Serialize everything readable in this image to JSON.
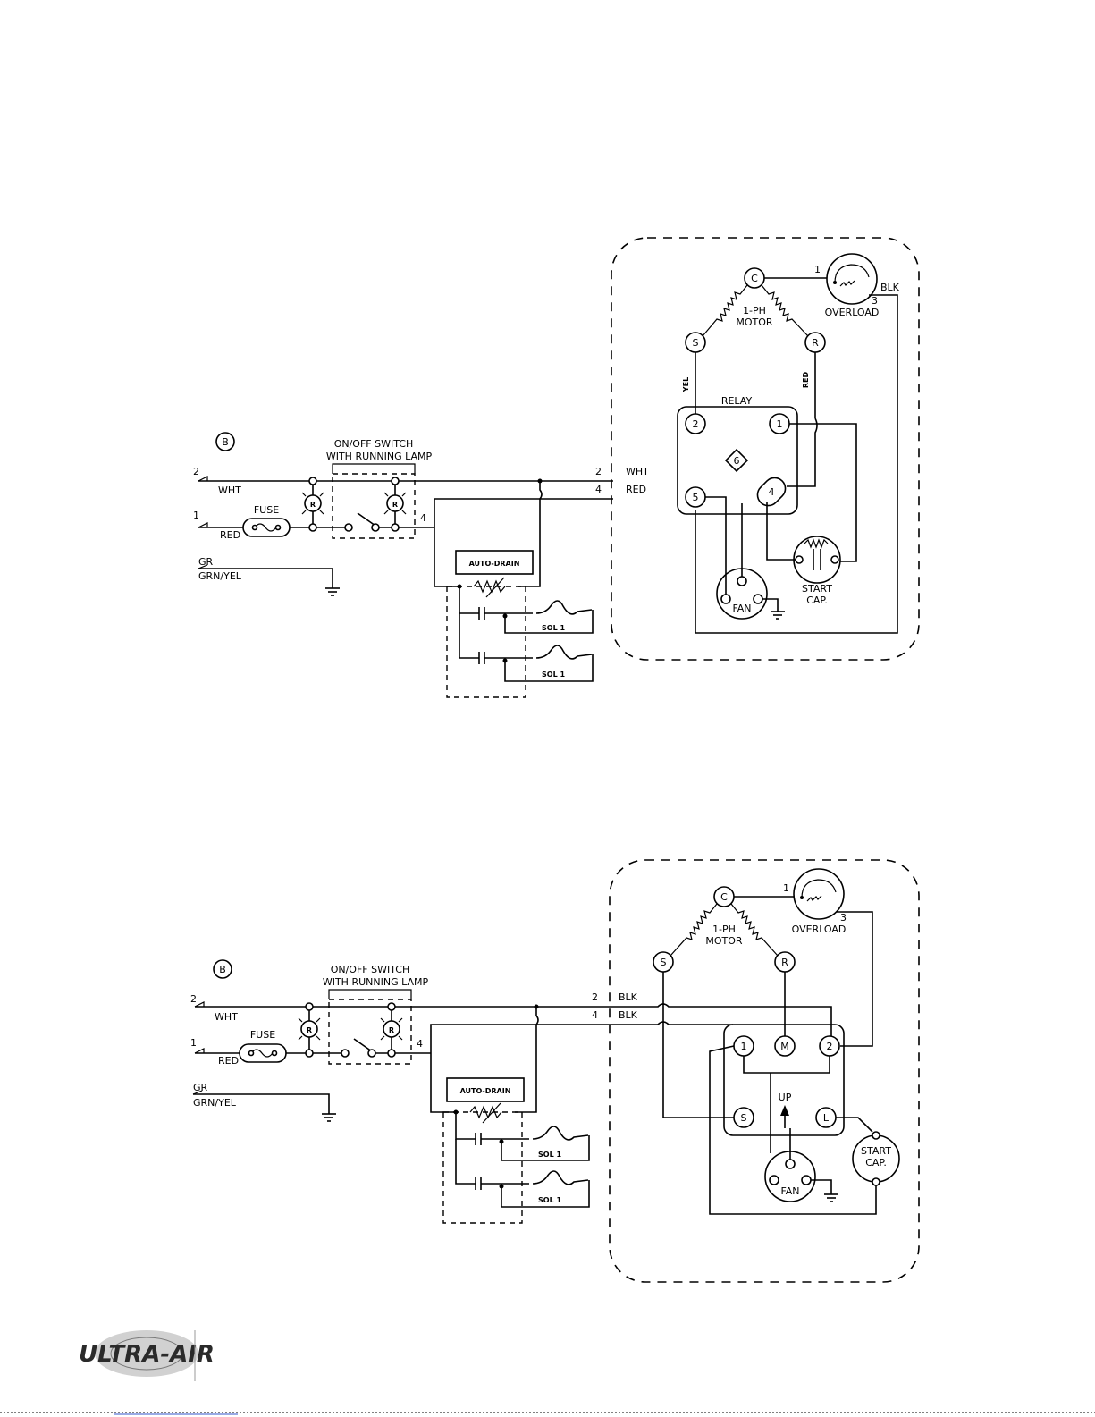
{
  "diagrams": [
    {
      "label_b": "B",
      "switch_title_1": "ON/OFF SWITCH",
      "switch_title_2": "WITH RUNNING LAMP",
      "line2_num": "2",
      "line2_color": "WHT",
      "line1_num": "1",
      "line1_color": "RED",
      "fuse": "FUSE",
      "ground_1": "GR",
      "ground_2": "GRN/YEL",
      "lamp": "R",
      "switch_out": "4",
      "autodrain": "AUTO-DRAIN",
      "sol": "SOL 1",
      "out2_num": "2",
      "out2_color": "WHT",
      "out4_num": "4",
      "out4_color": "RED",
      "motor_c": "C",
      "motor_s": "S",
      "motor_r": "R",
      "motor_1": "1-PH",
      "motor_2": "MOTOR",
      "overload": "OVERLOAD",
      "ol_1": "1",
      "ol_3": "3",
      "blk": "BLK",
      "yel": "YEL",
      "red": "RED",
      "relay": "RELAY",
      "relay_2": "2",
      "relay_1": "1",
      "relay_5": "5",
      "relay_4": "4",
      "relay_6": "6",
      "fan": "FAN",
      "startcap_1": "START",
      "startcap_2": "CAP."
    },
    {
      "label_b": "B",
      "switch_title_1": "ON/OFF SWITCH",
      "switch_title_2": "WITH RUNNING LAMP",
      "line2_num": "2",
      "line2_color": "WHT",
      "line1_num": "1",
      "line1_color": "RED",
      "fuse": "FUSE",
      "ground_1": "GR",
      "ground_2": "GRN/YEL",
      "lamp": "R",
      "switch_out": "4",
      "autodrain": "AUTO-DRAIN",
      "sol": "SOL 1",
      "out2_num": "2",
      "out2_color": "BLK",
      "out4_num": "4",
      "out4_color": "BLK",
      "motor_c": "C",
      "motor_s": "S",
      "motor_r": "R",
      "motor_1": "1-PH",
      "motor_2": "MOTOR",
      "overload": "OVERLOAD",
      "ol_1": "1",
      "ol_3": "3",
      "relay_1": "1",
      "relay_m": "M",
      "relay_2": "2",
      "relay_s": "S",
      "relay_l": "L",
      "up": "UP",
      "fan": "FAN",
      "startcap_1": "START",
      "startcap_2": "CAP."
    }
  ],
  "logo": "ULTRA-AIR"
}
